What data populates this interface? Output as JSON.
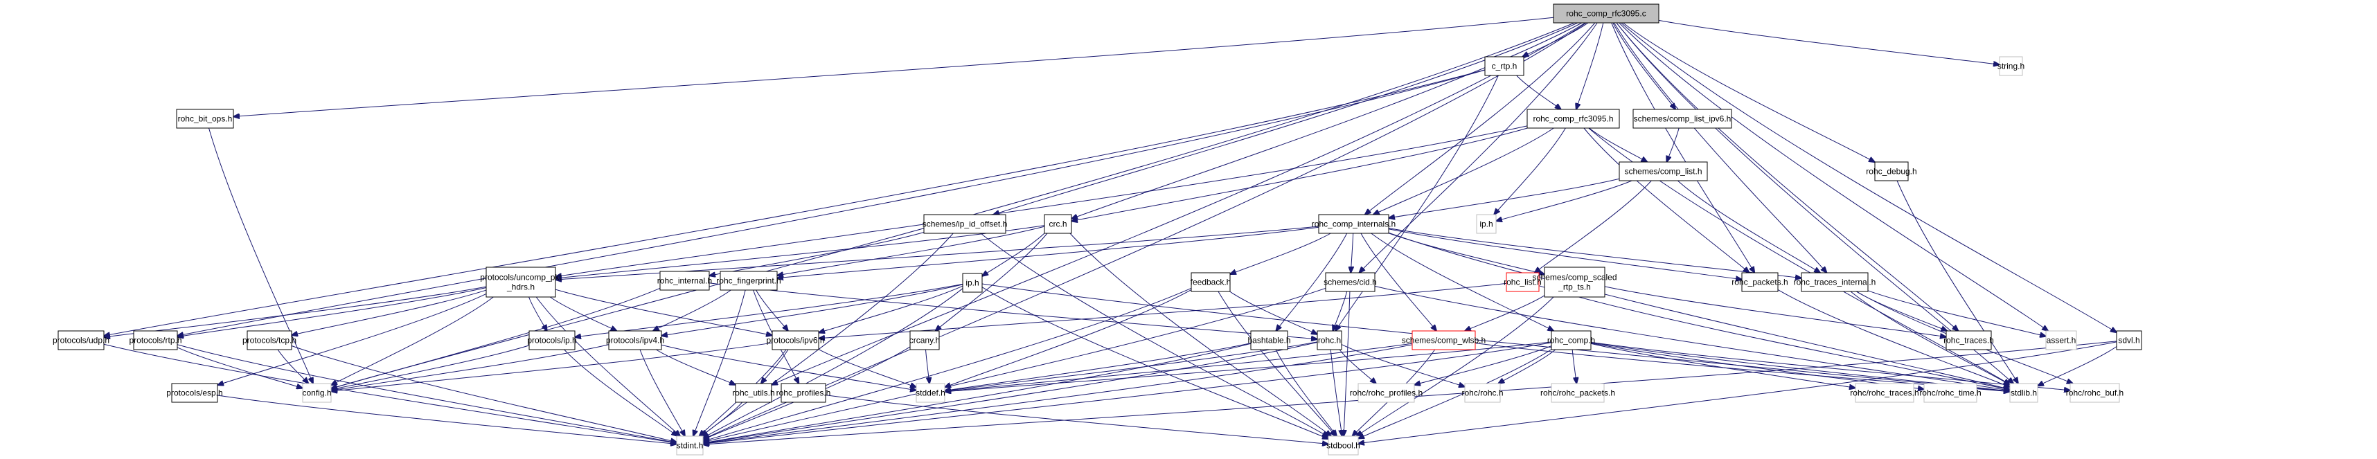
{
  "title": "rohc_comp_rfc3095.c",
  "colors": {
    "edge": "#191970",
    "root_fill": "#bfbfbf",
    "external_border": "#bfbfbf",
    "truncated_border": "#ff0000"
  },
  "nodes": [
    {
      "id": "root",
      "label": "rohc_comp_rfc3095.c",
      "kind": "root"
    },
    {
      "id": "rohc_bit_ops",
      "label": "rohc_bit_ops.h",
      "kind": "normal"
    },
    {
      "id": "c_rtp",
      "label": "c_rtp.h",
      "kind": "normal"
    },
    {
      "id": "rohc_comp_rfc3095_h",
      "label": "rohc_comp_rfc3095.h",
      "kind": "normal"
    },
    {
      "id": "comp_list_ipv6",
      "label": "schemes/comp_list_ipv6.h",
      "kind": "normal"
    },
    {
      "id": "string",
      "label": "string.h",
      "kind": "external"
    },
    {
      "id": "comp_list",
      "label": "schemes/comp_list.h",
      "kind": "normal"
    },
    {
      "id": "rohc_debug",
      "label": "rohc_debug.h",
      "kind": "normal"
    },
    {
      "id": "ip_id_offset",
      "label": "schemes/ip_id_offset.h",
      "kind": "normal"
    },
    {
      "id": "crc",
      "label": "crc.h",
      "kind": "normal"
    },
    {
      "id": "rohc_comp_internals",
      "label": "rohc_comp_internals.h",
      "kind": "normal"
    },
    {
      "id": "ip_top",
      "label": "ip.h",
      "kind": "external"
    },
    {
      "id": "uncomp_pkt_hdrs",
      "label": "protocols/uncomp_pkt\n_hdrs.h",
      "kind": "normal"
    },
    {
      "id": "rohc_internal",
      "label": "rohc_internal.h",
      "kind": "normal"
    },
    {
      "id": "rohc_fingerprint",
      "label": "rohc_fingerprint.h",
      "kind": "normal"
    },
    {
      "id": "ip_mid",
      "label": "ip.h",
      "kind": "normal"
    },
    {
      "id": "feedback",
      "label": "feedback.h",
      "kind": "normal"
    },
    {
      "id": "cid",
      "label": "schemes/cid.h",
      "kind": "normal"
    },
    {
      "id": "rohc_list",
      "label": "rohc_list.h",
      "kind": "truncated"
    },
    {
      "id": "comp_scaled_rtp_ts",
      "label": "schemes/comp_scaled\n_rtp_ts.h",
      "kind": "normal"
    },
    {
      "id": "rohc_packets",
      "label": "rohc_packets.h",
      "kind": "normal"
    },
    {
      "id": "rohc_traces_internal",
      "label": "rohc_traces_internal.h",
      "kind": "normal"
    },
    {
      "id": "udp",
      "label": "protocols/udp.h",
      "kind": "normal"
    },
    {
      "id": "rtp",
      "label": "protocols/rtp.h",
      "kind": "normal"
    },
    {
      "id": "tcp",
      "label": "protocols/tcp.h",
      "kind": "normal"
    },
    {
      "id": "proto_ip",
      "label": "protocols/ip.h",
      "kind": "normal"
    },
    {
      "id": "ipv4",
      "label": "protocols/ipv4.h",
      "kind": "normal"
    },
    {
      "id": "ipv6",
      "label": "protocols/ipv6.h",
      "kind": "normal"
    },
    {
      "id": "crcany",
      "label": "crcany.h",
      "kind": "normal"
    },
    {
      "id": "hashtable",
      "label": "hashtable.h",
      "kind": "normal"
    },
    {
      "id": "rohc_h",
      "label": "rohc.h",
      "kind": "normal"
    },
    {
      "id": "comp_wlsb",
      "label": "schemes/comp_wlsb.h",
      "kind": "truncated"
    },
    {
      "id": "rohc_comp",
      "label": "rohc_comp.h",
      "kind": "normal"
    },
    {
      "id": "rohc_traces",
      "label": "rohc_traces.h",
      "kind": "normal"
    },
    {
      "id": "assert",
      "label": "assert.h",
      "kind": "external"
    },
    {
      "id": "sdvl",
      "label": "sdvl.h",
      "kind": "normal"
    },
    {
      "id": "esp",
      "label": "protocols/esp.h",
      "kind": "normal"
    },
    {
      "id": "config",
      "label": "config.h",
      "kind": "external"
    },
    {
      "id": "rohc_utils",
      "label": "rohc_utils.h",
      "kind": "normal"
    },
    {
      "id": "rohc_profiles",
      "label": "rohc_profiles.h",
      "kind": "normal"
    },
    {
      "id": "stddef",
      "label": "stddef.h",
      "kind": "external"
    },
    {
      "id": "rr_profiles",
      "label": "rohc/rohc_profiles.h",
      "kind": "external"
    },
    {
      "id": "rr_rohc",
      "label": "rohc/rohc.h",
      "kind": "external"
    },
    {
      "id": "rr_packets",
      "label": "rohc/rohc_packets.h",
      "kind": "external"
    },
    {
      "id": "rr_traces",
      "label": "rohc/rohc_traces.h",
      "kind": "external"
    },
    {
      "id": "rr_time",
      "label": "rohc/rohc_time.h",
      "kind": "external"
    },
    {
      "id": "stdlib",
      "label": "stdlib.h",
      "kind": "external"
    },
    {
      "id": "rr_buf",
      "label": "rohc/rohc_buf.h",
      "kind": "external"
    },
    {
      "id": "stdint",
      "label": "stdint.h",
      "kind": "external"
    },
    {
      "id": "stdbool",
      "label": "stdbool.h",
      "kind": "external"
    }
  ],
  "edges": [
    [
      "root",
      "rohc_bit_ops"
    ],
    [
      "root",
      "c_rtp"
    ],
    [
      "root",
      "rohc_comp_rfc3095_h"
    ],
    [
      "root",
      "comp_list_ipv6"
    ],
    [
      "root",
      "string"
    ],
    [
      "root",
      "crc"
    ],
    [
      "root",
      "ip_id_offset"
    ],
    [
      "root",
      "rohc_debug"
    ],
    [
      "root",
      "rohc_packets"
    ],
    [
      "root",
      "rohc_traces_internal"
    ],
    [
      "root",
      "rohc_traces"
    ],
    [
      "root",
      "assert"
    ],
    [
      "root",
      "sdvl"
    ],
    [
      "root",
      "stdlib"
    ],
    [
      "root",
      "stdint"
    ],
    [
      "root",
      "config"
    ],
    [
      "root",
      "rohc_utils"
    ],
    [
      "root",
      "cid"
    ],
    [
      "root",
      "rohc_comp_internals"
    ],
    [
      "rohc_bit_ops",
      "config"
    ],
    [
      "c_rtp",
      "rohc_comp_rfc3095_h"
    ],
    [
      "c_rtp",
      "udp"
    ],
    [
      "c_rtp",
      "rtp"
    ],
    [
      "c_rtp",
      "rohc_h"
    ],
    [
      "rohc_comp_rfc3095_h",
      "comp_list"
    ],
    [
      "rohc_comp_rfc3095_h",
      "rohc_comp_internals"
    ],
    [
      "rohc_comp_rfc3095_h",
      "ip_top"
    ],
    [
      "rohc_comp_rfc3095_h",
      "rohc_packets"
    ],
    [
      "rohc_comp_rfc3095_h",
      "crc"
    ],
    [
      "rohc_comp_rfc3095_h",
      "uncomp_pkt_hdrs"
    ],
    [
      "rohc_comp_rfc3095_h",
      "stdlib"
    ],
    [
      "comp_list_ipv6",
      "comp_list"
    ],
    [
      "comp_list",
      "rohc_comp_internals"
    ],
    [
      "comp_list",
      "ip_top"
    ],
    [
      "comp_list",
      "rohc_list"
    ],
    [
      "comp_list",
      "rohc_traces_internal"
    ],
    [
      "rohc_debug",
      "stdlib"
    ],
    [
      "ip_id_offset",
      "rohc_internal"
    ],
    [
      "ip_id_offset",
      "stdint"
    ],
    [
      "ip_id_offset",
      "stdbool"
    ],
    [
      "crc",
      "ip_mid"
    ],
    [
      "crc",
      "crcany"
    ],
    [
      "crc",
      "uncomp_pkt_hdrs"
    ],
    [
      "crc",
      "stdbool"
    ],
    [
      "crc",
      "rohc_fingerprint"
    ],
    [
      "rohc_comp_internals",
      "uncomp_pkt_hdrs"
    ],
    [
      "rohc_comp_internals",
      "feedback"
    ],
    [
      "rohc_comp_internals",
      "cid"
    ],
    [
      "rohc_comp_internals",
      "comp_wlsb"
    ],
    [
      "rohc_comp_internals",
      "rohc_comp"
    ],
    [
      "rohc_comp_internals",
      "rohc_traces_internal"
    ],
    [
      "rohc_comp_internals",
      "rohc_packets"
    ],
    [
      "rohc_comp_internals",
      "hashtable"
    ],
    [
      "rohc_comp_internals",
      "rohc_fingerprint"
    ],
    [
      "rohc_comp_internals",
      "stdlib"
    ],
    [
      "rohc_comp_internals",
      "comp_scaled_rtp_ts"
    ],
    [
      "uncomp_pkt_hdrs",
      "udp"
    ],
    [
      "uncomp_pkt_hdrs",
      "rtp"
    ],
    [
      "uncomp_pkt_hdrs",
      "tcp"
    ],
    [
      "uncomp_pkt_hdrs",
      "proto_ip"
    ],
    [
      "uncomp_pkt_hdrs",
      "ipv4"
    ],
    [
      "uncomp_pkt_hdrs",
      "ipv6"
    ],
    [
      "uncomp_pkt_hdrs",
      "esp"
    ],
    [
      "uncomp_pkt_hdrs",
      "config"
    ],
    [
      "uncomp_pkt_hdrs",
      "stdint"
    ],
    [
      "rohc_internal",
      "rohc_h"
    ],
    [
      "rohc_internal",
      "config"
    ],
    [
      "rohc_fingerprint",
      "ipv6"
    ],
    [
      "rohc_fingerprint",
      "ipv4"
    ],
    [
      "rohc_fingerprint",
      "rohc_profiles"
    ],
    [
      "rohc_fingerprint",
      "stdint"
    ],
    [
      "ip_mid",
      "ipv6"
    ],
    [
      "ip_mid",
      "ipv4"
    ],
    [
      "ip_mid",
      "proto_ip"
    ],
    [
      "ip_mid",
      "stdint"
    ],
    [
      "ip_mid",
      "stdbool"
    ],
    [
      "ip_mid",
      "stdlib"
    ],
    [
      "feedback",
      "rohc_h"
    ],
    [
      "feedback",
      "stdint"
    ],
    [
      "feedback",
      "stdbool"
    ],
    [
      "feedback",
      "stddef"
    ],
    [
      "cid",
      "rohc_h"
    ],
    [
      "cid",
      "stdint"
    ],
    [
      "cid",
      "stdbool"
    ],
    [
      "cid",
      "stdlib"
    ],
    [
      "rohc_list",
      "ipv6"
    ],
    [
      "rohc_list",
      "stdlib"
    ],
    [
      "comp_scaled_rtp_ts",
      "comp_wlsb"
    ],
    [
      "comp_scaled_rtp_ts",
      "rohc_traces"
    ],
    [
      "comp_scaled_rtp_ts",
      "stdbool"
    ],
    [
      "rohc_packets",
      "stdlib"
    ],
    [
      "rohc_traces_internal",
      "rohc_traces"
    ],
    [
      "rohc_traces_internal",
      "assert"
    ],
    [
      "rohc_traces_internal",
      "stdlib"
    ],
    [
      "rohc_traces_internal",
      "rr_buf"
    ],
    [
      "udp",
      "stdint"
    ],
    [
      "rtp",
      "stdint"
    ],
    [
      "rtp",
      "config"
    ],
    [
      "tcp",
      "stdint"
    ],
    [
      "tcp",
      "config"
    ],
    [
      "proto_ip",
      "config"
    ],
    [
      "proto_ip",
      "stdint"
    ],
    [
      "ipv4",
      "config"
    ],
    [
      "ipv4",
      "rohc_utils"
    ],
    [
      "ipv4",
      "stdint"
    ],
    [
      "ipv4",
      "stddef"
    ],
    [
      "ipv6",
      "config"
    ],
    [
      "ipv6",
      "rohc_utils"
    ],
    [
      "ipv6",
      "stdint"
    ],
    [
      "ipv6",
      "stddef"
    ],
    [
      "esp",
      "stdint"
    ],
    [
      "crcany",
      "stddef"
    ],
    [
      "crcany",
      "stdint"
    ],
    [
      "hashtable",
      "stdint"
    ],
    [
      "hashtable",
      "stdbool"
    ],
    [
      "hashtable",
      "stddef"
    ],
    [
      "rohc_h",
      "rr_profiles"
    ],
    [
      "rohc_h",
      "rr_rohc"
    ],
    [
      "rohc_h",
      "stdint"
    ],
    [
      "rohc_h",
      "stdbool"
    ],
    [
      "rohc_h",
      "stddef"
    ],
    [
      "comp_wlsb",
      "stdint"
    ],
    [
      "comp_wlsb",
      "stdbool"
    ],
    [
      "comp_wlsb",
      "stddef"
    ],
    [
      "comp_wlsb",
      "stdlib"
    ],
    [
      "rohc_comp",
      "rr_profiles"
    ],
    [
      "rohc_comp",
      "rr_rohc"
    ],
    [
      "rohc_comp",
      "rr_packets"
    ],
    [
      "rohc_comp",
      "rr_traces"
    ],
    [
      "rohc_comp",
      "rr_time"
    ],
    [
      "rohc_comp",
      "stdlib"
    ],
    [
      "rohc_comp",
      "rr_buf"
    ],
    [
      "rohc_comp",
      "stdbool"
    ],
    [
      "rohc_comp",
      "stddef"
    ],
    [
      "rohc_comp",
      "stdint"
    ],
    [
      "sdvl",
      "stdlib"
    ],
    [
      "sdvl",
      "stdint"
    ],
    [
      "sdvl",
      "stdbool"
    ],
    [
      "rohc_utils",
      "stdint"
    ],
    [
      "rohc_profiles",
      "stdbool"
    ]
  ]
}
